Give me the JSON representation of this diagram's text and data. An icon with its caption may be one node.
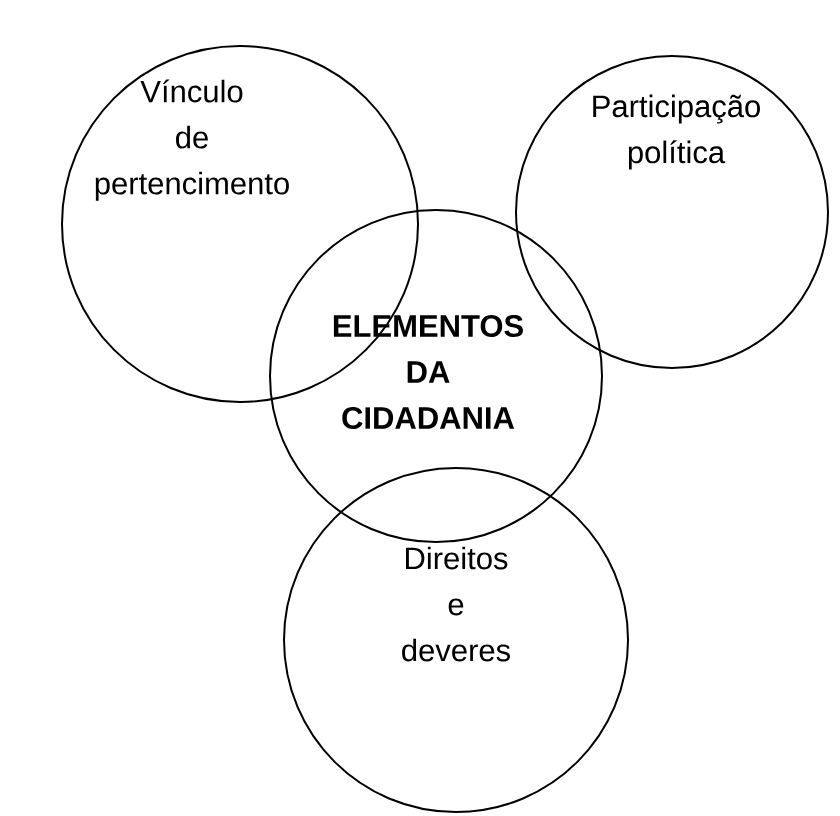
{
  "diagram": {
    "nodes": [
      {
        "text": [
          "Vínculo de pertencimento"
        ]
      },
      {
        "text": [
          "Participação política"
        ]
      },
      {
        "text": [
          "ELEMENTOS DA CIDADANIA"
        ]
      },
      {
        "text": [
          "Direitos e deveres"
        ]
      }
    ]
  }
}
